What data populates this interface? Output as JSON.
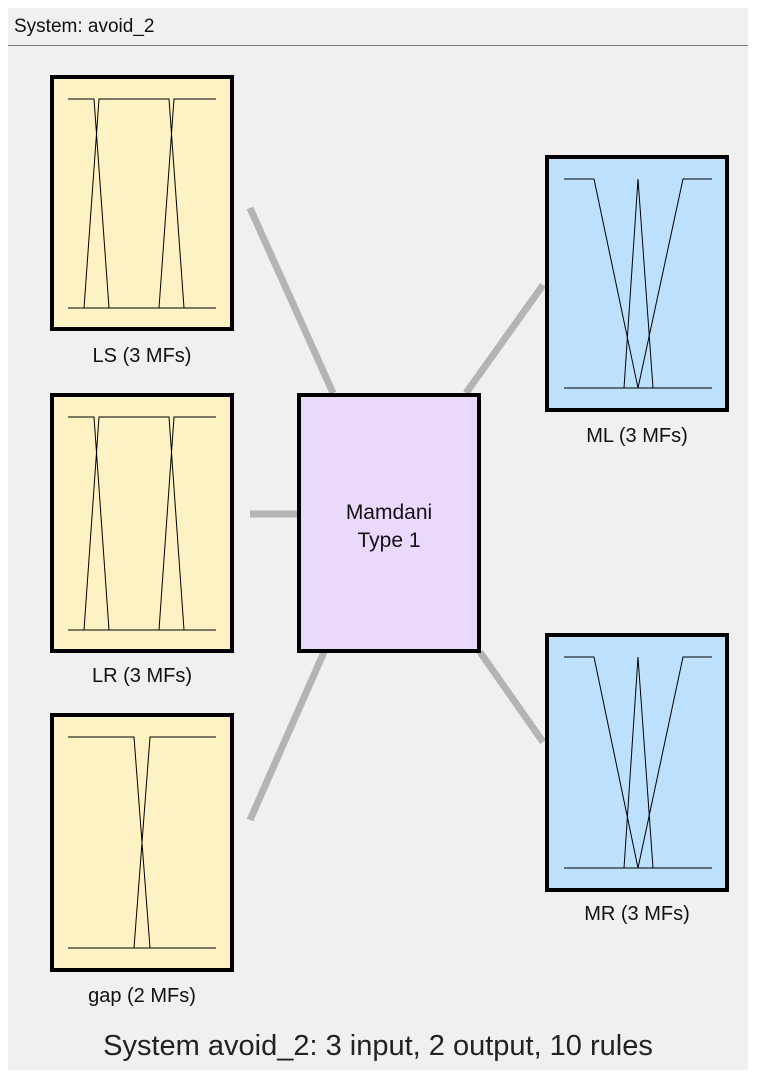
{
  "window": {
    "title": "System: avoid_2"
  },
  "colors": {
    "background": "#f0f0f0",
    "input_fill": "#fdf2c3",
    "output_fill": "#bde0fd",
    "engine_fill": "#ead9fd",
    "connector": "#b4b4b4",
    "border": "#000000"
  },
  "engine": {
    "line1": "Mamdani",
    "line2": "Type 1"
  },
  "inputs": [
    {
      "label": "LS (3 MFs)",
      "mf_count": 3
    },
    {
      "label": "LR (3 MFs)",
      "mf_count": 3
    },
    {
      "label": "gap (2 MFs)",
      "mf_count": 2
    }
  ],
  "outputs": [
    {
      "label": "ML (3 MFs)",
      "mf_count": 3
    },
    {
      "label": "MR (3 MFs)",
      "mf_count": 3
    }
  ],
  "summary": "System avoid_2: 3 input, 2 output, 10 rules"
}
